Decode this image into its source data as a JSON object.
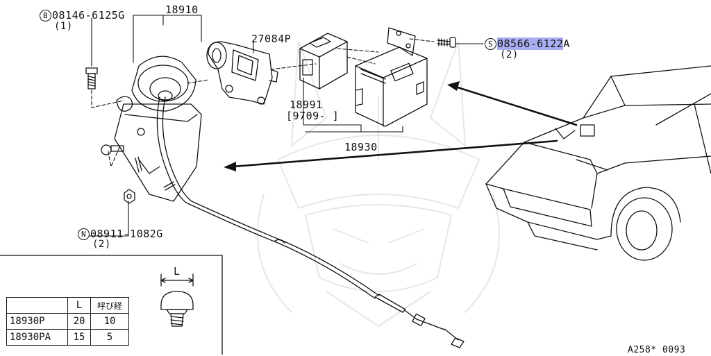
{
  "diagram": {
    "labels": {
      "b_part": "08146-6125G",
      "b_qty": "(1)",
      "top_part": "18910",
      "part_27084": "27084P",
      "part_18991": "18991",
      "bracket_range": "[9709-      ]",
      "part_18930": "18930",
      "s_part_highlighted": "08566-6122",
      "s_part_rest": "A",
      "s_qty": "(2)",
      "n_part": "08911-1082G",
      "n_qty": "(2)",
      "dim_letter": "L",
      "figure_code": "A258* 0093"
    },
    "circle_letters": {
      "b": "B",
      "s": "S",
      "n": "N"
    },
    "spec_table": {
      "headers": [
        "",
        "L",
        "呼び経"
      ],
      "rows": [
        [
          "18930P",
          "20",
          "10"
        ],
        [
          "18930PA",
          "15",
          "5"
        ]
      ]
    },
    "colors": {
      "line": "#111111",
      "highlight": "#a9aef2",
      "watermark": "#e6e6e6"
    }
  }
}
